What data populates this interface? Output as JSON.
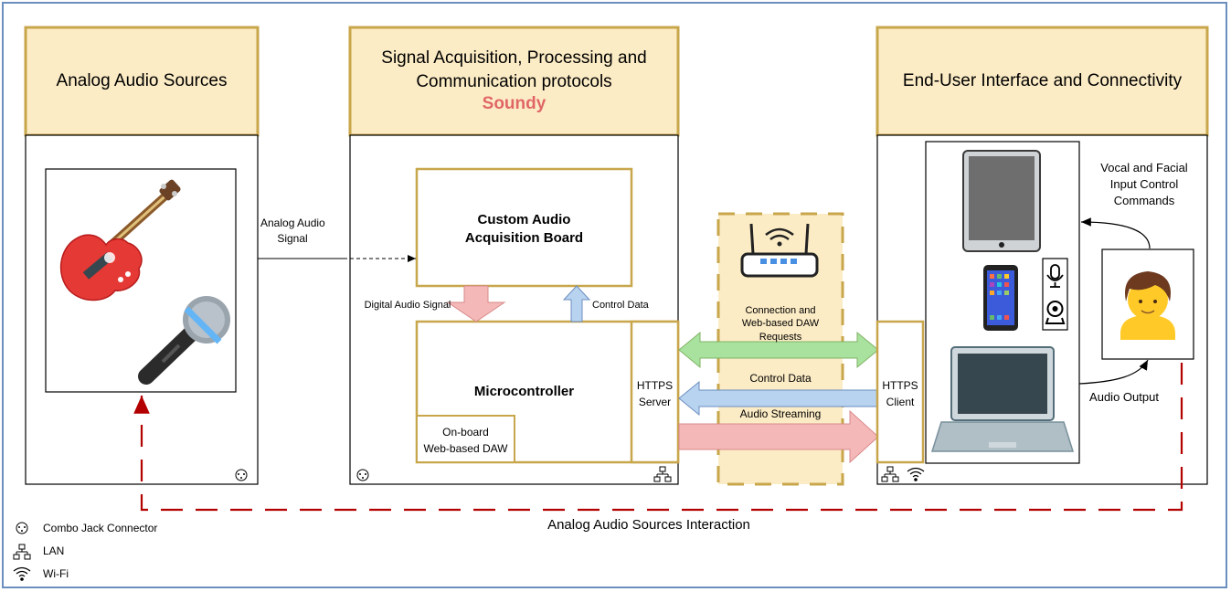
{
  "sections": {
    "analog": {
      "title": "Analog Audio Sources"
    },
    "signal": {
      "title_line1": "Signal Acquisition, Processing and",
      "title_line2": "Communication protocols",
      "subtitle": "Soundy"
    },
    "enduser": {
      "title": "End-User Interface and Connectivity"
    }
  },
  "blocks": {
    "custom_board_line1": "Custom Audio",
    "custom_board_line2": "Acquisition Board",
    "microcontroller": "Microcontroller",
    "daw_line1": "On-board",
    "daw_line2": "Web-based DAW",
    "https_server_line1": "HTTPS",
    "https_server_line2": "Server",
    "https_client_line1": "HTTPS",
    "https_client_line2": "Client"
  },
  "labels": {
    "analog_signal_line1": "Analog Audio",
    "analog_signal_line2": "Signal",
    "digital_audio_signal": "Digital Audio Signal",
    "control_data_up": "Control Data",
    "connection_line1": "Connection and",
    "connection_line2": "Web-based DAW",
    "connection_line3": "Requests",
    "control_data_left": "Control Data",
    "audio_streaming": "Audio Streaming",
    "vocal_line1": "Vocal and Facial",
    "vocal_line2": "Input Control",
    "vocal_line3": "Commands",
    "audio_output": "Audio Output",
    "interaction": "Analog Audio Sources Interaction"
  },
  "legend": [
    {
      "icon": "combo-jack-icon",
      "label": "Combo Jack Connector"
    },
    {
      "icon": "lan-icon",
      "label": "LAN"
    },
    {
      "icon": "wifi-icon",
      "label": "Wi-Fi"
    }
  ],
  "colors": {
    "header_fill": "#fcecc5",
    "border_gold": "#c8a64b",
    "green_arrow": "#a8e29e",
    "blue_arrow": "#b8d3f0",
    "red_arrow": "#f4b8b8",
    "interaction_line": "#b30000",
    "soundy": "#e06666"
  }
}
